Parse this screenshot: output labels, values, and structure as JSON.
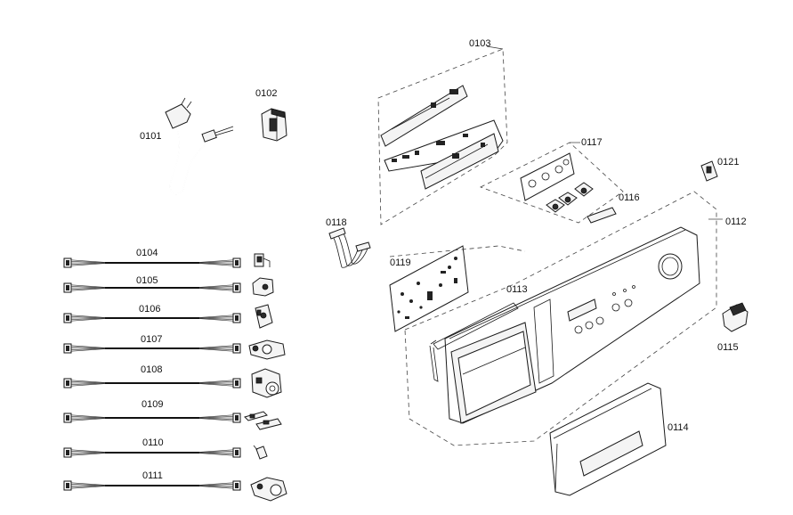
{
  "labels": {
    "p0101": "0101",
    "p0102": "0102",
    "p0103": "0103",
    "p0104": "0104",
    "p0105": "0105",
    "p0106": "0106",
    "p0107": "0107",
    "p0108": "0108",
    "p0109": "0109",
    "p0110": "0110",
    "p0111": "0111",
    "p0112": "0112",
    "p0113": "0113",
    "p0114": "0114",
    "p0115": "0115",
    "p0116": "0116",
    "p0117": "0117",
    "p0118": "0118",
    "p0119": "0119",
    "p0121": "0121"
  }
}
